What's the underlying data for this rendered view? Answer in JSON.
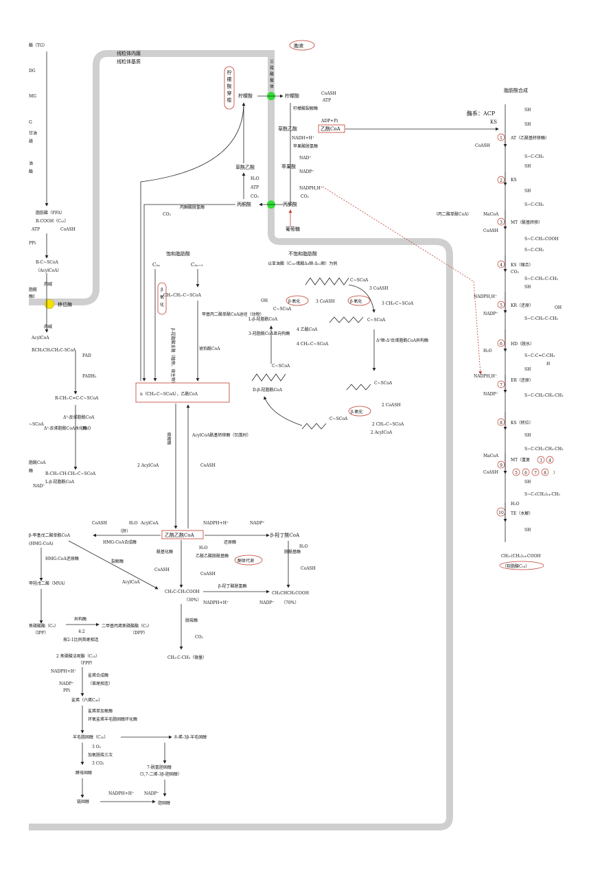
{
  "membranes": {
    "inner": "线粒体内膜",
    "matrix": "线粒体基质",
    "cytosol": "胞液"
  },
  "transporters": {
    "citrate_shuttle": "柠檬酸穿梭",
    "tricarboxylate": "三羧酸载体",
    "carnitine_translocase": "移位酶"
  },
  "left_column": [
    "酯（TG）",
    "DG",
    "MG",
    "G",
    "甘油",
    "磷",
    "油",
    "酯",
    "脂肪酸（FFA）",
    "R-COOH（C₁₆）",
    "ATP",
    "CoASH",
    "PPi",
    "R-C~SCoA",
    "（AcylCoA）",
    "肉碱",
    "脂酰",
    "酶Ⅰ",
    "肉碱",
    "AcylCoA",
    "RCH₂CH₂CH₂C-SCoA",
    "FAD",
    "FADH₂",
    "R-CH₂-C=C-C~SCoA",
    "Δ²-反烯脂酰CoA",
    "Δ²-反烯脂酰CoA水化酶",
    "H₂O",
    "~SCoA",
    "脂酰CoA",
    "酶",
    "NAD⁺",
    "R-CH₂-CH-CH₂-C~SCoA",
    "L-β-羟脂酰CoA"
  ],
  "citrate_shuttle": {
    "citrate_in": "柠檬酸",
    "citrate_out": "柠檬酸",
    "coash": "CoASH",
    "atp": "ATP",
    "lyase": "柠檬酸裂解酶",
    "adp": "ADP+Pi",
    "oaa": "草酰乙酸",
    "acetyl_coa": "乙酰CoA",
    "nadh": "NADH+H⁺",
    "mdh": "苹果酸脱氢酶",
    "nad": "NAD⁺",
    "malate": "苹果酸",
    "nadp": "NADP⁺",
    "nadph": "NADPH,H⁺",
    "co2": "CO₂",
    "pyruvate": "丙酮酸",
    "glucose": "葡萄糖",
    "oaa_in": "草酰乙酸",
    "h2o": "H₂O",
    "atp2": "ATP",
    "co2_2": "CO₂",
    "pyruvate_in": "丙酮酸",
    "pdh": "丙酮酸脱氢酶",
    "co2_3": "CO₂"
  },
  "fas": {
    "title": "脂肪酸合成",
    "enzyme_sys": "酶系：ACP",
    "ks": "KS",
    "sh1": "SH",
    "sh2": "SH",
    "step1": "AT（乙酰基转移酶）",
    "coash1": "CoASH",
    "s_acetyl": "S~C-CH₃",
    "sh3": "SH",
    "step2": "KS",
    "sh4": "SH",
    "s_acetyl2": "S~C-CH₃",
    "malonyl": "（丙二酸单酰CoA）",
    "macoa": "MaCoA",
    "step3": "MT（酰基转移）",
    "coash2": "CoASH",
    "s_malonyl": "S~C-CH₂-COOH",
    "s_acetyl3": "S~C-CH₃",
    "step4": "KS（缩合）",
    "co2": "CO₂",
    "s_keto": "S~C-CH₂-C-CH₃",
    "sh5": "SH",
    "nadph1": "NADPH,H⁺",
    "step5": "KR（还原）",
    "oh": "OH",
    "nadp1": "NADP⁺",
    "s_hydroxy": "S~C-CH₂-C-CH₃",
    "step6": "HD（脱水）",
    "h2o": "H₂O",
    "s_enoyl": "S~C-C=C-CH₃",
    "h": "H",
    "sh6": "SH",
    "nadph2": "NADPH,H⁺",
    "step7": "ER（还原）",
    "nadp2": "NADP⁺",
    "s_butyryl": "S~C-CH₂-CH₂-CH₃",
    "step8": "KS（转位）",
    "sh7": "SH",
    "s_butyryl2": "S~C-CH₂-CH₂-CH₃",
    "macoa2": "MaCoA",
    "step9": "MT（重复",
    "coash3": "CoASH",
    "repeat_end": "）",
    "sh8": "SH",
    "s_chain": "S~C-(CH₂)₁₄-CH₃",
    "h2o2": "H₂O",
    "step10": "TE（水解）",
    "sh9": "SH",
    "palmitate": "CH₃-(CH₂)₁₄-COOH",
    "palmitate_name": "（软脂酸C₁₆）",
    "n3": "3",
    "n4": "4",
    "n5": "5",
    "n6": "6",
    "n7": "7",
    "n8": "8"
  },
  "beta_ox": {
    "saturated": "饱和脂肪酸",
    "c2n": "C₂ₙ",
    "c2n1": "C₂ₙ₊₁",
    "beta_label": "β-氧化",
    "propionyl": "CH₃-CH₂-C~SCoA",
    "methylmalonyl": "甲基丙二酸单酰CoA途径（动物）",
    "side_path": "β-羟脂酸支路（植物、微生物）",
    "succinyl": "琥珀酰CoA",
    "result": "n（CH₃-C~SCoA），乙酰CoA",
    "thiolase": "硫解酶",
    "acyl2": "2 AcylCoA",
    "transferase": "AcylCoA酰基转移酶（饥饿时）",
    "coash": "CoASH"
  },
  "unsat": {
    "title": "不饱和脂肪酸",
    "subtitle": "以亚油酸（C₁₈-烯酸Δ₉顺-Δ₁₂顺）为例",
    "scoa1": "C~SCoA",
    "coash3": "3 CoASH",
    "beta1": "β-氧化",
    "scoa2": "C~SCoA",
    "scoa3": "3 CH₃-C~SCoA",
    "coash_b": "3 CoASH",
    "beta2": "β-氧化",
    "oh": "OH",
    "lb": "L-β-羟脂酰CoA",
    "epimerase": "3-羟脂酰CoA差向构酶",
    "acetyl4": "4 乙酰CoA",
    "acetyl4b": "4 CH₃-C~SCoA",
    "isomerase": "Δ³顺-Δ²反烯脂酰CoA异构酶",
    "scoa4": "C~SCoA",
    "scoa5": "C~SCoA",
    "db": "D-β-羟脂酰CoA",
    "scoa6": "C~SCoA",
    "coash2": "2 CoASH",
    "beta3": "β-氧化",
    "scoa7": "2 CH₃-C~SCoA",
    "acyl2": "2 AcylCoA",
    "scoa8": "C~SCoA"
  },
  "ketone": {
    "acetoacetyl": "乙酰乙酰CoA",
    "hmg": "β-甲基戊二酸单酰CoA",
    "hmg_abbr": "(HMG-CoA)",
    "coash": "CoASH",
    "h2o": "H₂O",
    "acylcoa": "AcylCoA",
    "liver": "（肝）",
    "hmg_synthase": "HMG-CoA合成酶",
    "lyase": "裂解酶",
    "acylcoa2": "AcylCoA",
    "thiolase2": "酰基化酶",
    "coash2": "CoASH",
    "h2o2": "H₂O",
    "decarb": "乙酰乙酸脱酰基酶",
    "coash3": "CoASH",
    "ketone_label": "酮体代谢",
    "acac": "CH₃C-CH₂COOH",
    "pct30": "（30%）",
    "nadph": "NADPH+H⁺",
    "nadp": "NADP⁺",
    "reductase": "还原酶",
    "hb_coa": "β-羟丁酰CoA",
    "h2o3": "H₂O",
    "deacyl": "脱酰基酶",
    "coash4": "CoASH",
    "bhb_dh": "β-羟丁酸脱氢酶",
    "nadph2": "NADPH+H⁺",
    "nadp2": "NADP⁺",
    "bhb": "CH₃CHCH₂COOH",
    "pct70": "（70%）",
    "decarboxylase": "脱羧酶",
    "co2": "CO₂",
    "acetone": "CH₃-C-CH₃（微量）"
  },
  "cholesterol": {
    "hmg_red": "HMG-CoA还原酶",
    "mva": "甲羟戊二酸（MVA）",
    "ipp": "焦磷酸酯（C₅）",
    "ipp_abbr": "（IPP）",
    "isomerase": "异构酶",
    "ratio": "4:2",
    "dmapp": "二甲基丙烯焦磷酸酯（C₅）",
    "dmapp_abbr": "（DPP）",
    "join": "按2:1比例首尾相连",
    "fpp": "2 焦磷酸法呢酯（C₁₅）",
    "fpp_abbr": "（FPP）",
    "nadph": "NADPH+H⁺",
    "sqsyn": "鲨烯合成酶",
    "headtail": "（首尾相连）",
    "nadp": "NADP⁺",
    "ppi": "PPi",
    "squalene": "鲨烯（六烯C₃₀）",
    "sq_epox": "鲨烯单加氧酶",
    "cyclase": "环氧鲨烯羊毛脂固醇环化酶",
    "lanosterol": "羊毛脂固醇（C₃₀）",
    "ene8": "8-烯-3β-羊毛固醇",
    "o2": "3 O₂",
    "oxidation": "加氧脱羧三次",
    "co2": "3 CO₂",
    "zymosterol": "酵母固醇",
    "dehydro": "7-脱氢胆固醇",
    "dehydro2": "（5,7-二烯-3β-胆固醇）",
    "nadph2": "NADPH+H⁺",
    "nadp2": "NADP⁺",
    "desmosterol": "链固醇",
    "cholesterol": "胆固醇"
  },
  "colors": {
    "membrane": "#cfcfcf",
    "transporter": "#33dd33",
    "carnitine": "#f5e000",
    "accent_red": "#c0392b"
  }
}
